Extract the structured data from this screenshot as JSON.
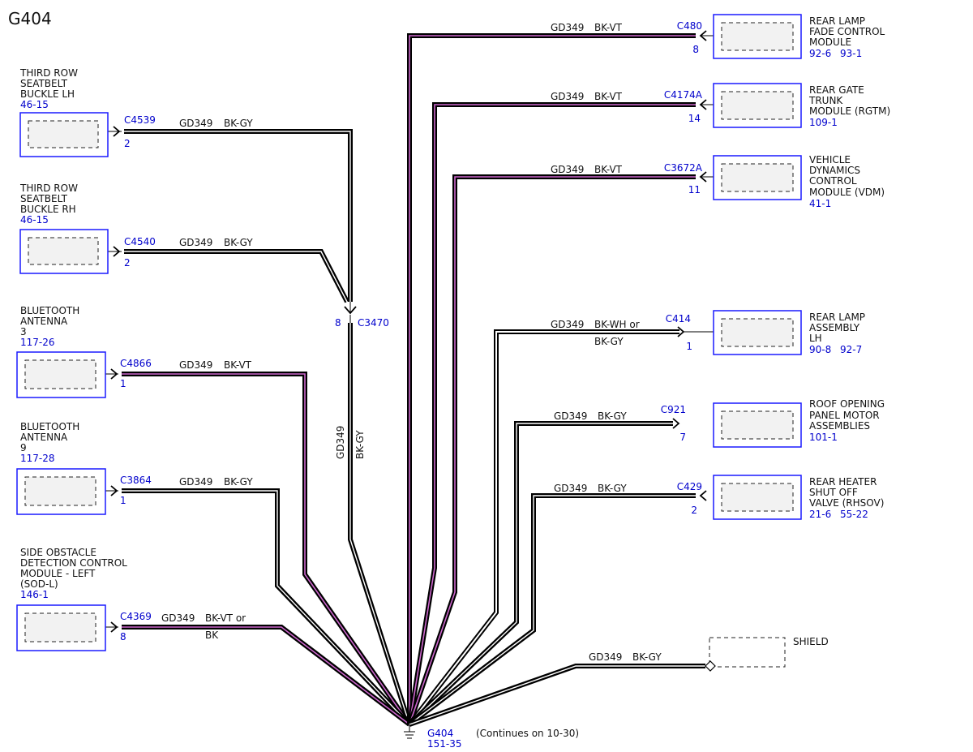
{
  "page_title": "G404",
  "ground": {
    "id": "G404",
    "ref": "151-35",
    "continues": "(Continues on 10-30)"
  },
  "inline_connector": {
    "id": "C3470",
    "pin": "8",
    "circuit": "GD349",
    "color": "BK-GY"
  },
  "shield": {
    "label": "SHIELD",
    "circuit": "GD349",
    "color": "BK-GY"
  },
  "left_components": [
    {
      "name": [
        "THIRD ROW",
        "SEATBELT",
        "BUCKLE LH"
      ],
      "refs": [
        "46-15"
      ],
      "connector": "C4539",
      "pin": "2",
      "circuit": "GD349",
      "color": [
        "BK-GY"
      ]
    },
    {
      "name": [
        "THIRD ROW",
        "SEATBELT",
        "BUCKLE RH"
      ],
      "refs": [
        "46-15"
      ],
      "connector": "C4540",
      "pin": "2",
      "circuit": "GD349",
      "color": [
        "BK-GY"
      ]
    },
    {
      "name": [
        "BLUETOOTH",
        "ANTENNA",
        "3"
      ],
      "refs": [
        "117-26"
      ],
      "connector": "C4866",
      "pin": "1",
      "circuit": "GD349",
      "color": [
        "BK-VT"
      ]
    },
    {
      "name": [
        "BLUETOOTH",
        "ANTENNA",
        "9"
      ],
      "refs": [
        "117-28"
      ],
      "connector": "C3864",
      "pin": "1",
      "circuit": "GD349",
      "color": [
        "BK-GY"
      ]
    },
    {
      "name": [
        "SIDE OBSTACLE",
        "DETECTION CONTROL",
        "MODULE - LEFT",
        "(SOD-L)"
      ],
      "refs": [
        "146-1"
      ],
      "connector": "C4369",
      "pin": "8",
      "circuit": "GD349",
      "color": [
        "BK-VT or",
        "BK"
      ]
    }
  ],
  "right_components": [
    {
      "name": [
        "REAR LAMP",
        "FADE CONTROL",
        "MODULE"
      ],
      "refs": [
        "92-6",
        "93-1"
      ],
      "connector": "C480",
      "pin": "8",
      "circuit": "GD349",
      "color": [
        "BK-VT"
      ]
    },
    {
      "name": [
        "REAR GATE",
        "TRUNK",
        "MODULE (RGTM)"
      ],
      "refs": [
        "109-1"
      ],
      "connector": "C4174A",
      "pin": "14",
      "circuit": "GD349",
      "color": [
        "BK-VT"
      ]
    },
    {
      "name": [
        "VEHICLE",
        "DYNAMICS",
        "CONTROL",
        "MODULE (VDM)"
      ],
      "refs": [
        "41-1"
      ],
      "connector": "C3672A",
      "pin": "11",
      "circuit": "GD349",
      "color": [
        "BK-VT"
      ]
    },
    {
      "name": [
        "REAR LAMP",
        "ASSEMBLY",
        "LH"
      ],
      "refs": [
        "90-8",
        "92-7"
      ],
      "connector": "C414",
      "pin": "1",
      "circuit": "GD349",
      "color": [
        "BK-WH or",
        "BK-GY"
      ]
    },
    {
      "name": [
        "ROOF OPENING",
        "PANEL MOTOR",
        "ASSEMBLIES"
      ],
      "refs": [
        "101-1"
      ],
      "connector": "C921",
      "pin": "7",
      "circuit": "GD349",
      "color": [
        "BK-GY"
      ]
    },
    {
      "name": [
        "REAR HEATER",
        "SHUT OFF",
        "VALVE (RHSOV)"
      ],
      "refs": [
        "21-6",
        "55-22"
      ],
      "connector": "C429",
      "pin": "2",
      "circuit": "GD349",
      "color": [
        "BK-GY"
      ]
    }
  ]
}
